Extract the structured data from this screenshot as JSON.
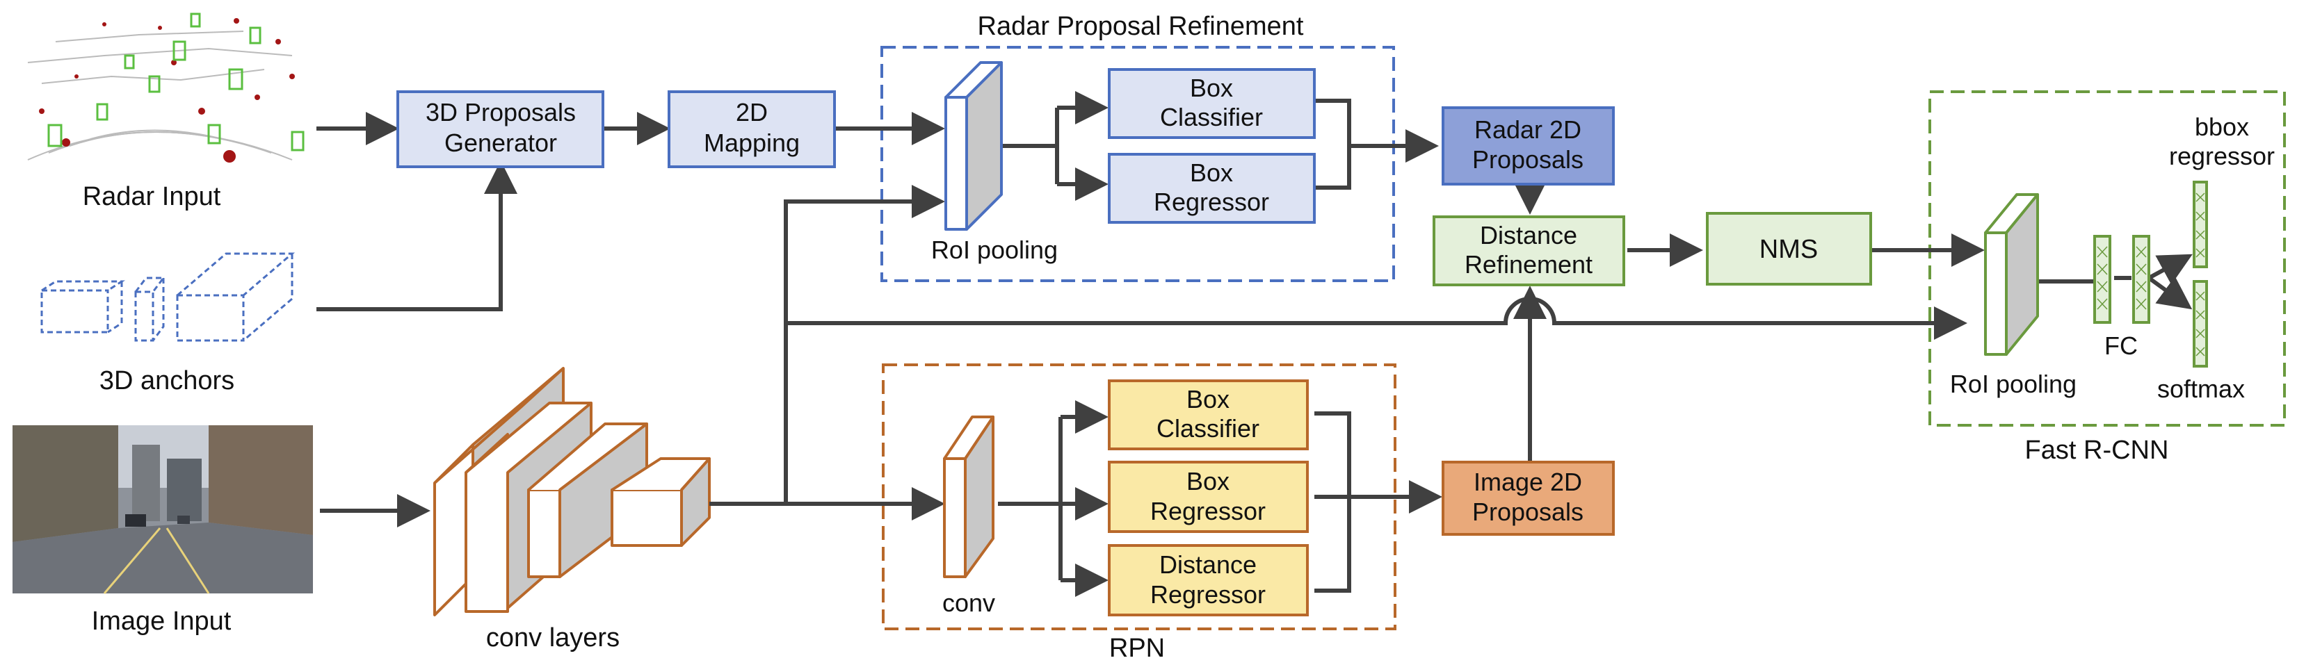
{
  "inputs": {
    "radar": "Radar Input",
    "anchors": "3D anchors",
    "image": "Image Input"
  },
  "backbone": {
    "label": "conv layers"
  },
  "boxes": {
    "proposals_3d": [
      "3D Proposals",
      "Generator"
    ],
    "mapping_2d": [
      "2D",
      "Mapping"
    ],
    "rpr_cls": [
      "Box",
      "Classifier"
    ],
    "rpr_reg": [
      "Box",
      "Regressor"
    ],
    "radar_2d": [
      "Radar 2D",
      "Proposals"
    ],
    "dist_ref": [
      "Distance",
      "Refinement"
    ],
    "nms": [
      "NMS"
    ],
    "rpn_cls": [
      "Box",
      "Classifier"
    ],
    "rpn_reg": [
      "Box",
      "Regressor"
    ],
    "rpn_dist": [
      "Distance",
      "Regressor"
    ],
    "image_2d": [
      "Image 2D",
      "Proposals"
    ]
  },
  "groups": {
    "rpr_title": "Radar Proposal Refinement",
    "rpn_title": "RPN",
    "frcnn_title": "Fast R-CNN"
  },
  "small_labels": {
    "roi_pool_rpr": "RoI pooling",
    "conv_rpn": "conv",
    "roi_pool_fr": "RoI pooling",
    "fc": "FC",
    "bbox_reg": [
      "bbox",
      "regressor"
    ],
    "softmax": "softmax"
  },
  "colors": {
    "blue_fill": "#dde3f3",
    "blue_stroke": "#4a6fc0",
    "blue_dark_fill": "#8da0d8",
    "green_fill": "#e4f0da",
    "green_stroke": "#6a9a3e",
    "yellow_fill": "#fae9a6",
    "orange_stroke": "#b8682a",
    "orange_fill": "#e9a97a",
    "arrow": "#404040"
  }
}
